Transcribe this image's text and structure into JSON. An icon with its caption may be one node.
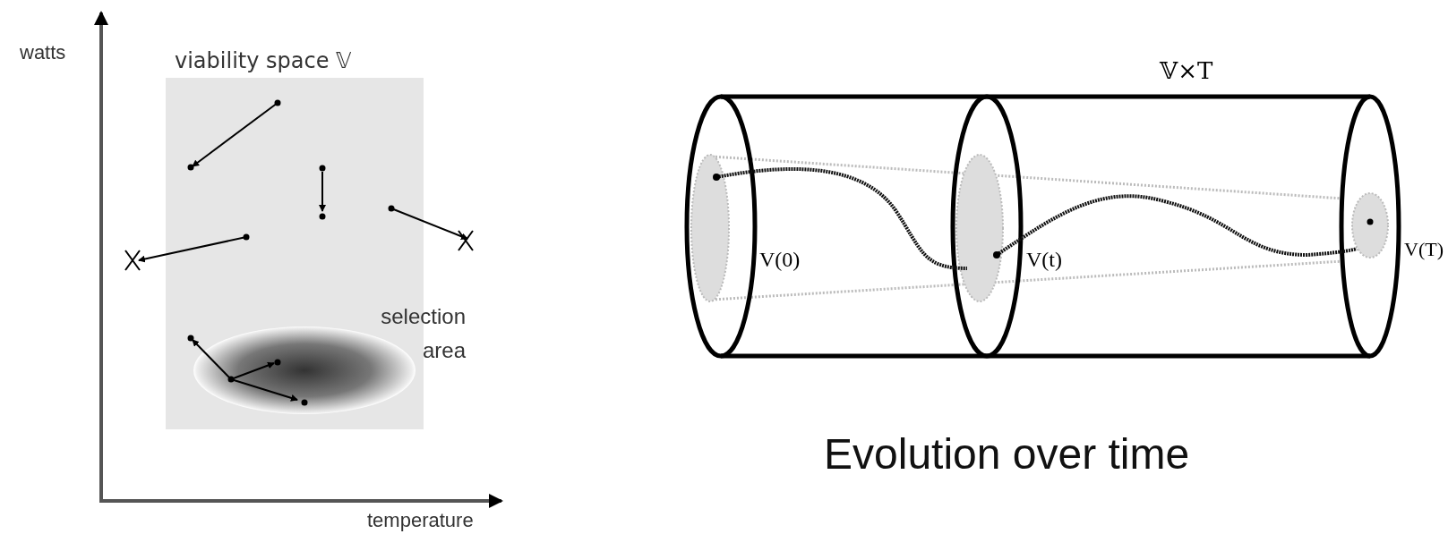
{
  "diagram": {
    "caption": "Evolution over time",
    "nodes": [
      {
        "text": [
          "viability space 𝕍"
        ]
      },
      {
        "text": [
          "selection area"
        ],
        "in": 0
      }
    ],
    "labels": [
      "watts",
      "temperature",
      "𝕍×T",
      "V(0)",
      "V(t)",
      "V(T)"
    ]
  }
}
